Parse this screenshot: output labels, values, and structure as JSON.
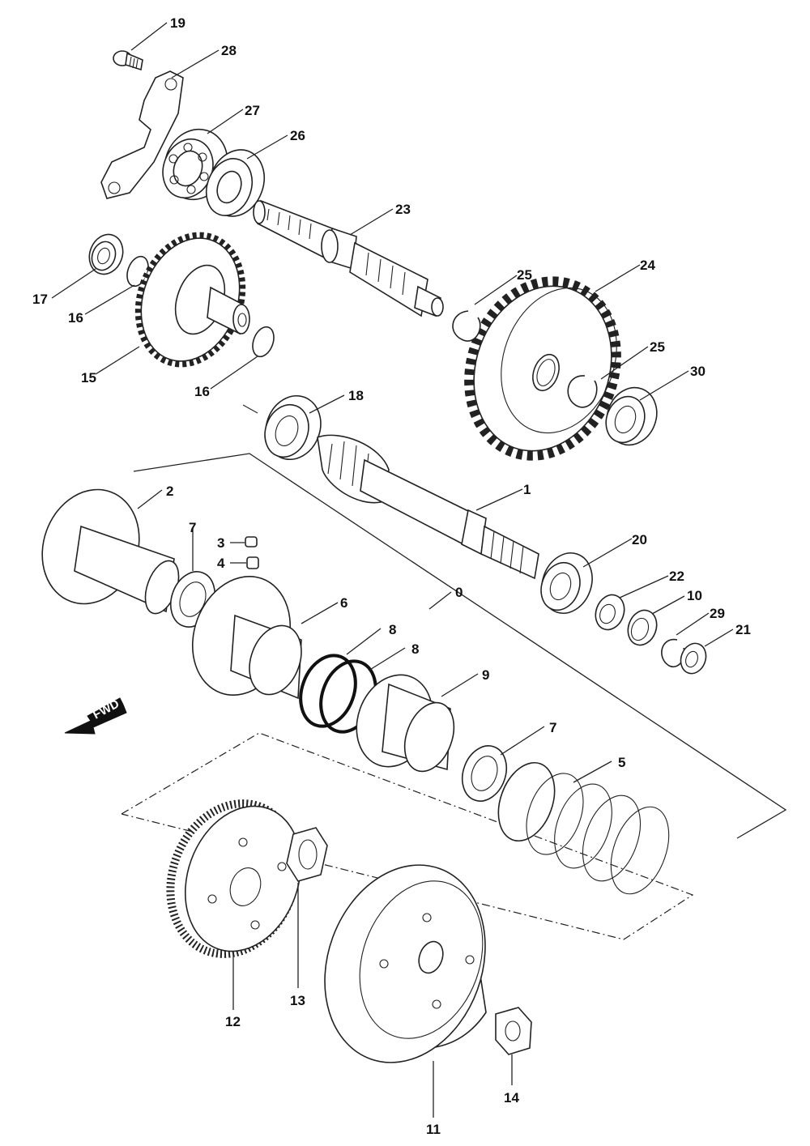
{
  "direction_arrow": {
    "label": "FWD"
  },
  "callouts": [
    {
      "text": "19"
    },
    {
      "text": "28"
    },
    {
      "text": "27"
    },
    {
      "text": "26"
    },
    {
      "text": "23"
    },
    {
      "text": "17"
    },
    {
      "text": "16"
    },
    {
      "text": "15"
    },
    {
      "text": "16"
    },
    {
      "text": "25"
    },
    {
      "text": "24"
    },
    {
      "text": "25"
    },
    {
      "text": "30"
    },
    {
      "text": "18"
    },
    {
      "text": "1"
    },
    {
      "text": "2"
    },
    {
      "text": "7"
    },
    {
      "text": "3"
    },
    {
      "text": "4"
    },
    {
      "text": "20"
    },
    {
      "text": "22"
    },
    {
      "text": "10"
    },
    {
      "text": "29"
    },
    {
      "text": "21"
    },
    {
      "text": "6"
    },
    {
      "text": "0"
    },
    {
      "text": "8"
    },
    {
      "text": "8"
    },
    {
      "text": "9"
    },
    {
      "text": "7"
    },
    {
      "text": "5"
    },
    {
      "text": "12"
    },
    {
      "text": "13"
    },
    {
      "text": "11"
    },
    {
      "text": "14"
    }
  ]
}
